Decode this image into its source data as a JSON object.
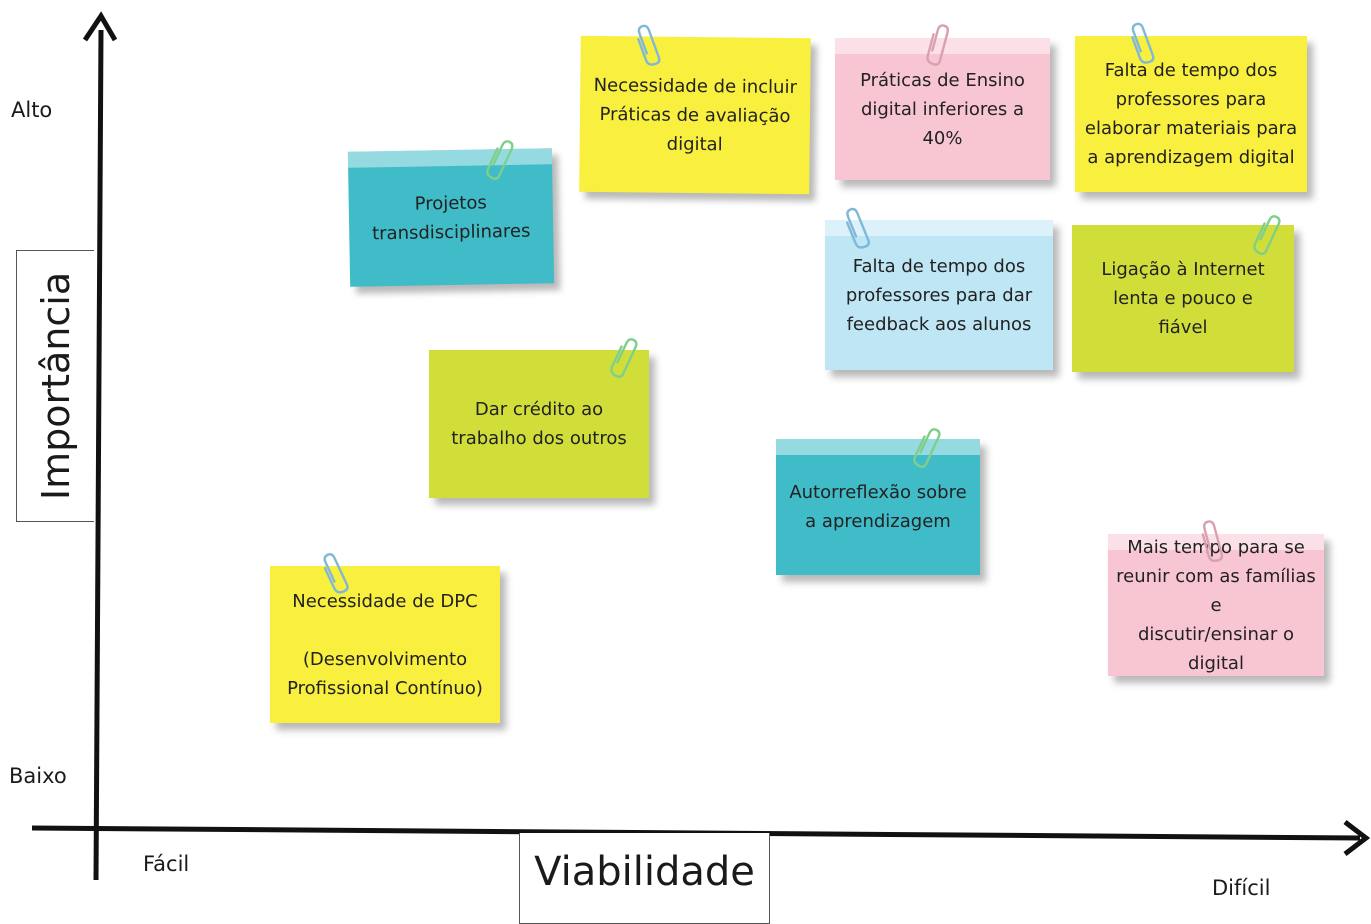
{
  "axes": {
    "y_title": "Importância",
    "y_high": "Alto",
    "y_low": "Baixo",
    "x_title": "Viabilidade",
    "x_low": "Fácil",
    "x_high": "Difícil"
  },
  "colors": {
    "yellow": "#f9ef3f",
    "pink": "#f8c6d3",
    "teal": "#3fbcc8",
    "lime": "#d1de3a",
    "light_blue": "#bfe6f5",
    "axis": "#111111"
  },
  "notes": [
    {
      "id": "praticas-avaliacao",
      "text": "Necessidade de incluir\nPráticas de avaliação\ndigital",
      "color": "yellow",
      "clip": "blue"
    },
    {
      "id": "praticas-ensino",
      "text": "Práticas de Ensino\ndigital inferiores a\n40%",
      "color": "pink",
      "clip": "pink"
    },
    {
      "id": "falta-tempo-materiais",
      "text": "Falta de tempo dos\nprofessores para\nelaborar materiais para\na aprendizagem digital",
      "color": "yellow",
      "clip": "blue"
    },
    {
      "id": "projetos-transdisciplinares",
      "text": "Projetos\ntransdisciplinares",
      "color": "teal",
      "clip": "green"
    },
    {
      "id": "falta-tempo-feedback",
      "text": "Falta de tempo dos\nprofessores para dar\nfeedback aos alunos",
      "color": "light_blue",
      "clip": "blue"
    },
    {
      "id": "ligacao-internet",
      "text": "Ligação à Internet\nlenta e pouco e\nfiável",
      "color": "lime",
      "clip": "green"
    },
    {
      "id": "dar-credito",
      "text": "Dar crédito ao\ntrabalho dos outros",
      "color": "lime",
      "clip": "green"
    },
    {
      "id": "autorreflexao",
      "text": "Autorreflexão sobre\na aprendizagem",
      "color": "teal",
      "clip": "green"
    },
    {
      "id": "mais-tempo-familias",
      "text": "Mais tempo para se\nreunir com as famílias e\ndiscutir/ensinar o\ndigital",
      "color": "pink",
      "clip": "pink"
    },
    {
      "id": "necessidade-dpc",
      "text": "Necessidade de DPC\n\n(Desenvolvimento\nProfissional Contínuo)",
      "color": "yellow",
      "clip": "blue"
    }
  ]
}
